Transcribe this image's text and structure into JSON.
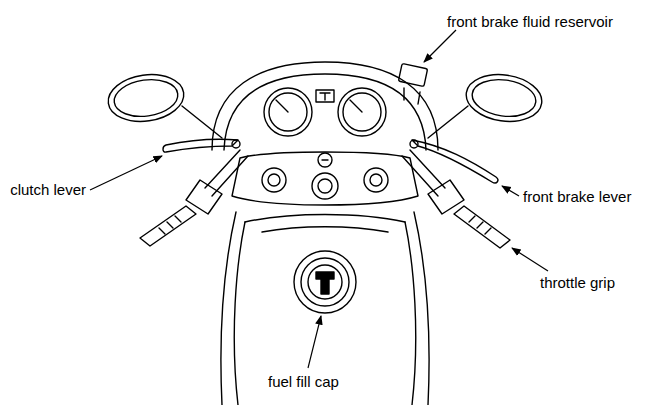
{
  "diagram": {
    "labels": [
      "front brake fluid reservoir",
      "clutch lever",
      "front brake lever",
      "throttle grip",
      "fuel fill cap"
    ]
  }
}
